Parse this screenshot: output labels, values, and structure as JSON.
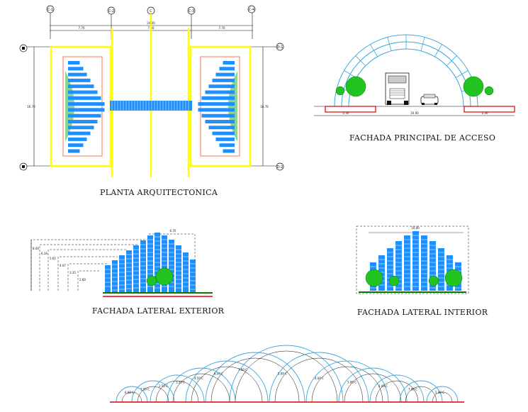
{
  "titles": {
    "plan": "PLANTA ARQUITECTONICA",
    "main_facade": "FACHADA PRINCIPAL DE ACCESO",
    "lateral_exterior": "FACHADA LATERAL EXTERIOR",
    "lateral_interior": "FACHADA LATERAL INTERIOR"
  },
  "plan": {
    "axis_top": [
      "C-1",
      "C-2",
      "C",
      "C-3",
      "C-4"
    ],
    "axis_right": [
      "D-1",
      "D-2"
    ],
    "dims": {
      "overall": "24.00",
      "overall_sub": "7.00",
      "left_span": "7.70",
      "right_span": "7.70",
      "side_height_left": "16.70",
      "side_height_right": "16.70"
    }
  },
  "main_facade": {
    "dims": [
      "2.30",
      "10.00",
      "2.30"
    ]
  },
  "lateral_exterior": {
    "levels": [
      "8.00",
      "6.34",
      "5.65",
      "4.07",
      "3.35",
      "2.60"
    ],
    "top_dim": "6.70"
  },
  "lateral_interior": {
    "top_dim": "10.00"
  },
  "arch_elevation": {
    "labels": [
      "7.00 C",
      "6.00 C",
      "5.00 C",
      "4.50 C",
      "4.00 C",
      "3.50 C",
      "3.00 C",
      "2.50 C",
      "2.00 C",
      "1.50 C"
    ]
  },
  "colors": {
    "structure_blue": "#1e8fff",
    "yellow": "#ffff00",
    "salmon": "#ff8a6a",
    "red_ground": "#e00000",
    "tree_green": "#22c422",
    "dark_green": "#007a00",
    "arch_blue": "#3aa7e0"
  }
}
